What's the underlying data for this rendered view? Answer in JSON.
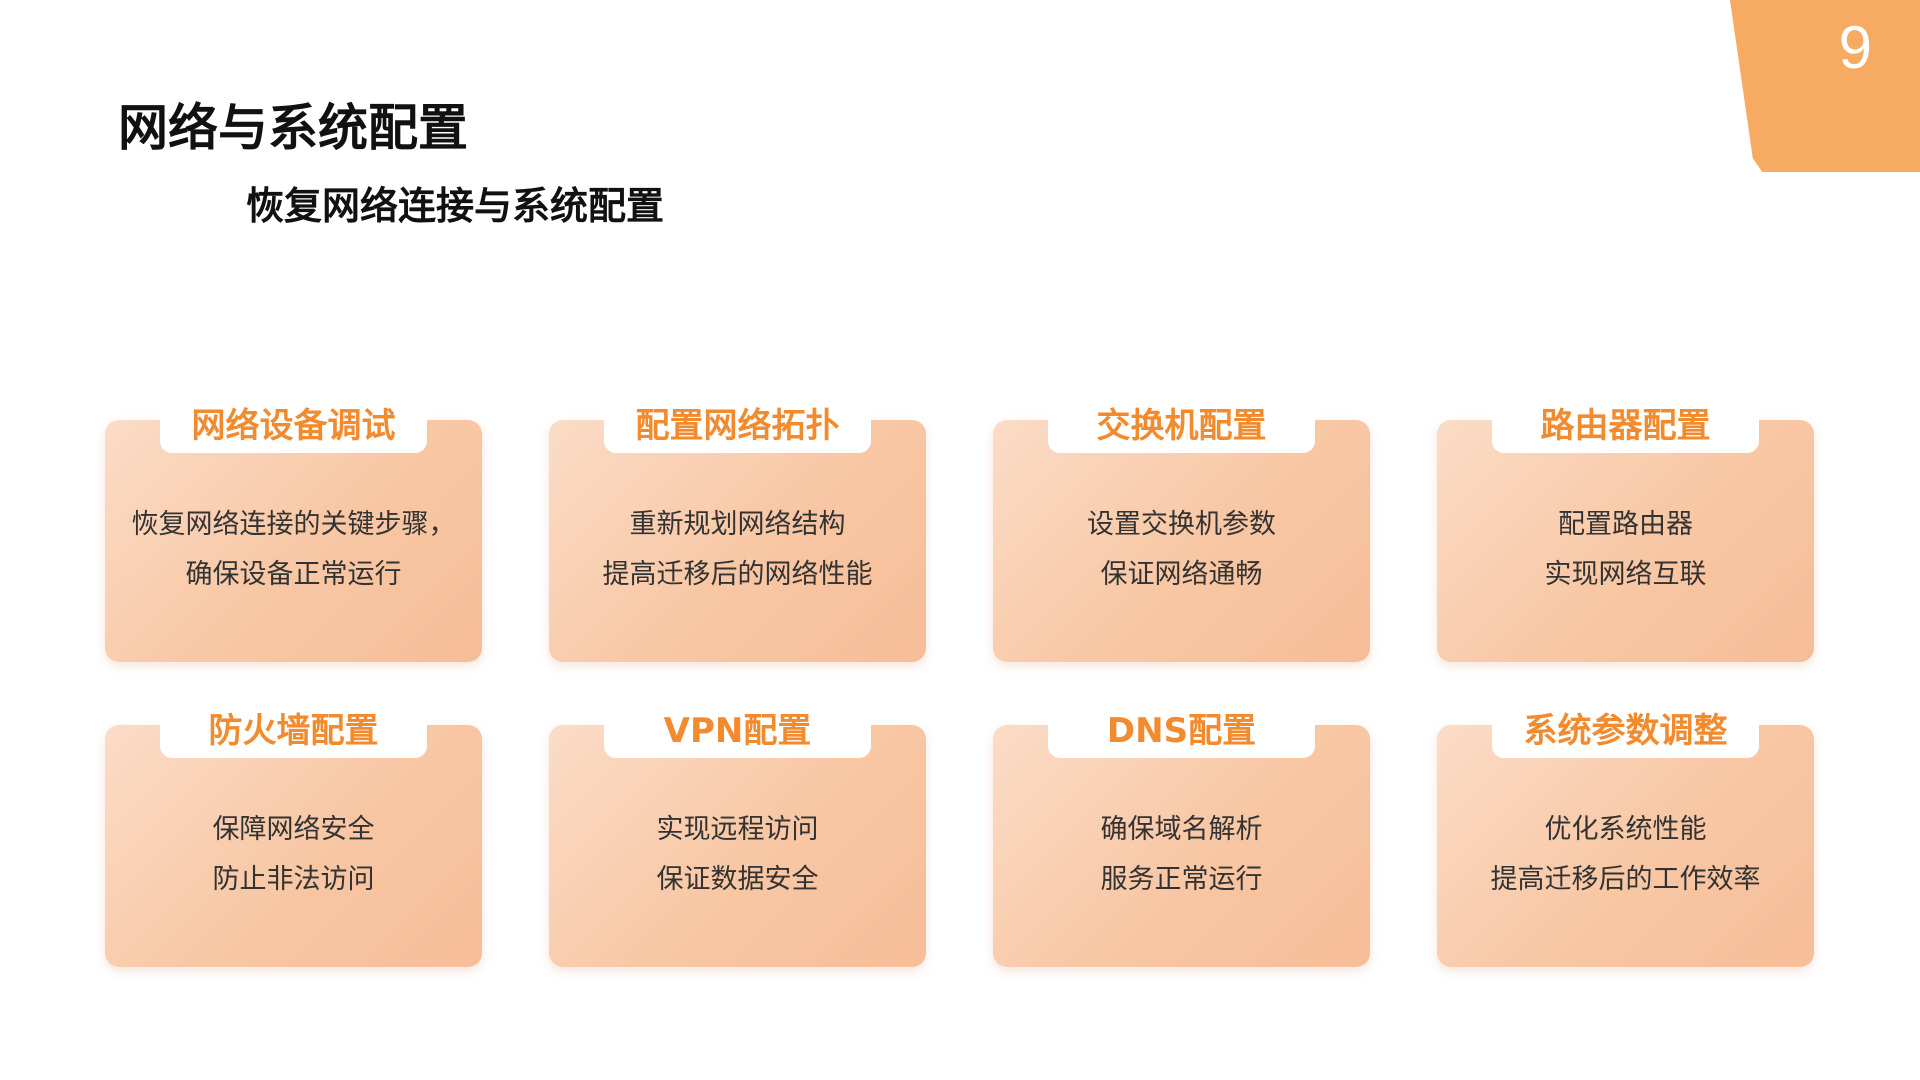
{
  "page": {
    "number": "9",
    "title": "网络与系统配置",
    "subtitle": "恢复网络连接与系统配置"
  },
  "colors": {
    "accent": "#f7ab62",
    "card_title": "#f28a2e",
    "card_bg": "#f8c7a4"
  },
  "cards": [
    {
      "title": "网络设备调试",
      "lines": [
        "恢复网络连接的关键步骤，",
        "确保设备正常运行"
      ]
    },
    {
      "title": "配置网络拓扑",
      "lines": [
        "重新规划网络结构",
        "提高迁移后的网络性能"
      ]
    },
    {
      "title": "交换机配置",
      "lines": [
        "设置交换机参数",
        "保证网络通畅"
      ]
    },
    {
      "title": "路由器配置",
      "lines": [
        "配置路由器",
        "实现网络互联"
      ]
    },
    {
      "title": "防火墙配置",
      "lines": [
        "保障网络安全",
        "防止非法访问"
      ]
    },
    {
      "title": "VPN配置",
      "lines": [
        "实现远程访问",
        "保证数据安全"
      ]
    },
    {
      "title": "DNS配置",
      "lines": [
        "确保域名解析",
        "服务正常运行"
      ]
    },
    {
      "title": "系统参数调整",
      "lines": [
        "优化系统性能",
        "提高迁移后的工作效率"
      ]
    }
  ]
}
